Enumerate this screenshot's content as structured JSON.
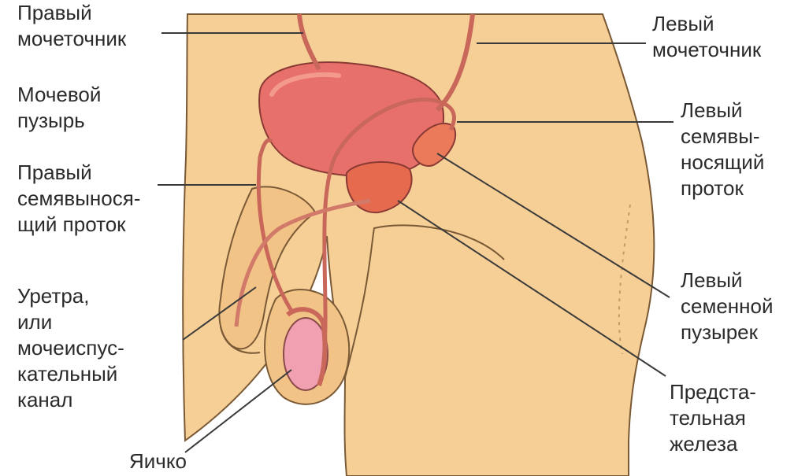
{
  "labels": {
    "right_ureter": [
      "Правый",
      "мочеточник"
    ],
    "left_ureter": [
      "Левый",
      "мочеточник"
    ],
    "bladder": [
      "Мочевой",
      "пузырь"
    ],
    "left_vas_deferens": [
      "Левый",
      "семявы-",
      "носящий",
      "проток"
    ],
    "right_vas_deferens": [
      "Правый",
      "семявынося-",
      "щий проток"
    ],
    "left_seminal_vesicle": [
      "Левый",
      "семенной",
      "пузырек"
    ],
    "urethra": [
      "Уретра,",
      "или",
      "мочеиспус-",
      "кательный",
      "канал"
    ],
    "prostate": [
      "Предста-",
      "тельная",
      "железа"
    ],
    "testis": [
      "Яичко"
    ]
  },
  "colors": {
    "skin": "#f6cf97",
    "skin_outline": "#7a5a36",
    "organ": "#e8706a",
    "organ_highlight": "#f39a8a",
    "leader_line": "#3a3a3a"
  }
}
